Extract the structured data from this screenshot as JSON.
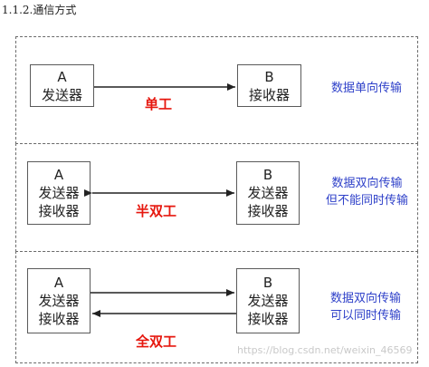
{
  "heading": "1.1.2.通信方式",
  "sections": [
    {
      "left_box": [
        "A",
        "发送器"
      ],
      "right_box": [
        "B",
        "接收器"
      ],
      "mode": "单工",
      "description": [
        "数据单向传输"
      ]
    },
    {
      "left_box": [
        "A",
        "发送器",
        "接收器"
      ],
      "right_box": [
        "B",
        "发送器",
        "接收器"
      ],
      "mode": "半双工",
      "description": [
        "数据双向传输",
        "但不能同时传输"
      ]
    },
    {
      "left_box": [
        "A",
        "发送器",
        "接收器"
      ],
      "right_box": [
        "B",
        "发送器",
        "接收器"
      ],
      "mode": "全双工",
      "description": [
        "数据双向传输",
        "可以同时传输"
      ]
    }
  ],
  "watermark": "https://blog.csdn.net/weixin_46569"
}
